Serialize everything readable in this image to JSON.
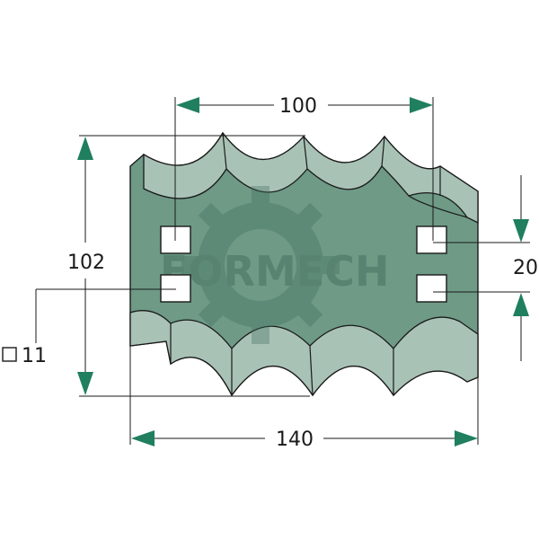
{
  "diagram": {
    "dimensions": {
      "width_top": "100",
      "height_left": "102",
      "width_bottom": "140",
      "hole_spacing": "20",
      "hole_size": "11"
    },
    "square_symbol": "□",
    "watermark": {
      "text": "FORMECH",
      "icon": "gear-icon"
    },
    "colors": {
      "blade_green": "#6e9a86",
      "blade_light": "#a9c2b6",
      "arrow_green": "#1f7f5f",
      "line": "#1a1a1a"
    }
  }
}
